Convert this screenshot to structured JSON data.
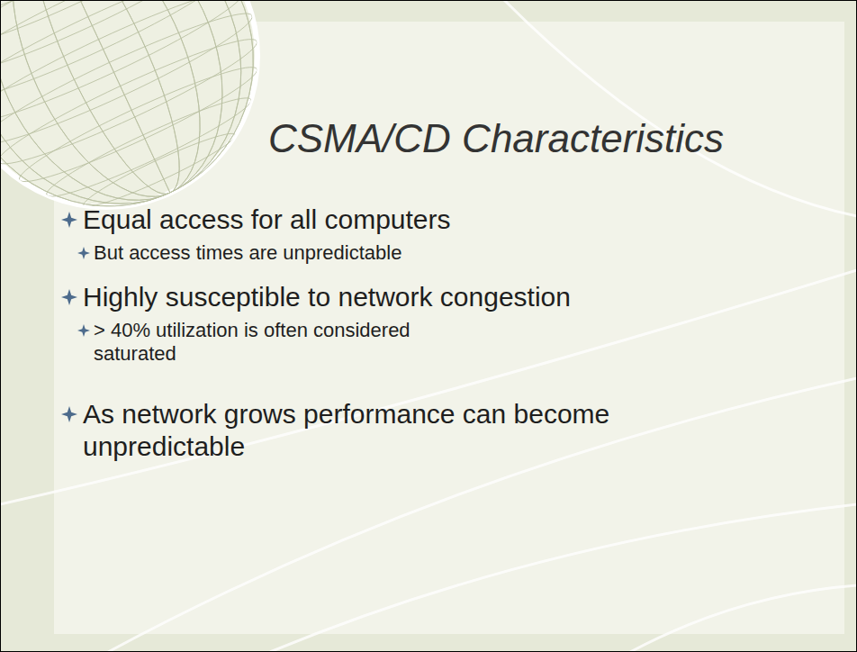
{
  "diagram": {
    "title": "CSMA/CD Characteristics",
    "labels": [
      "Equal access for all computers",
      "But access times are unpredictable",
      "Highly susceptible to network congestion",
      "> 40% utilization is often considered saturated",
      "As network grows performance can become unpredictable"
    ]
  }
}
